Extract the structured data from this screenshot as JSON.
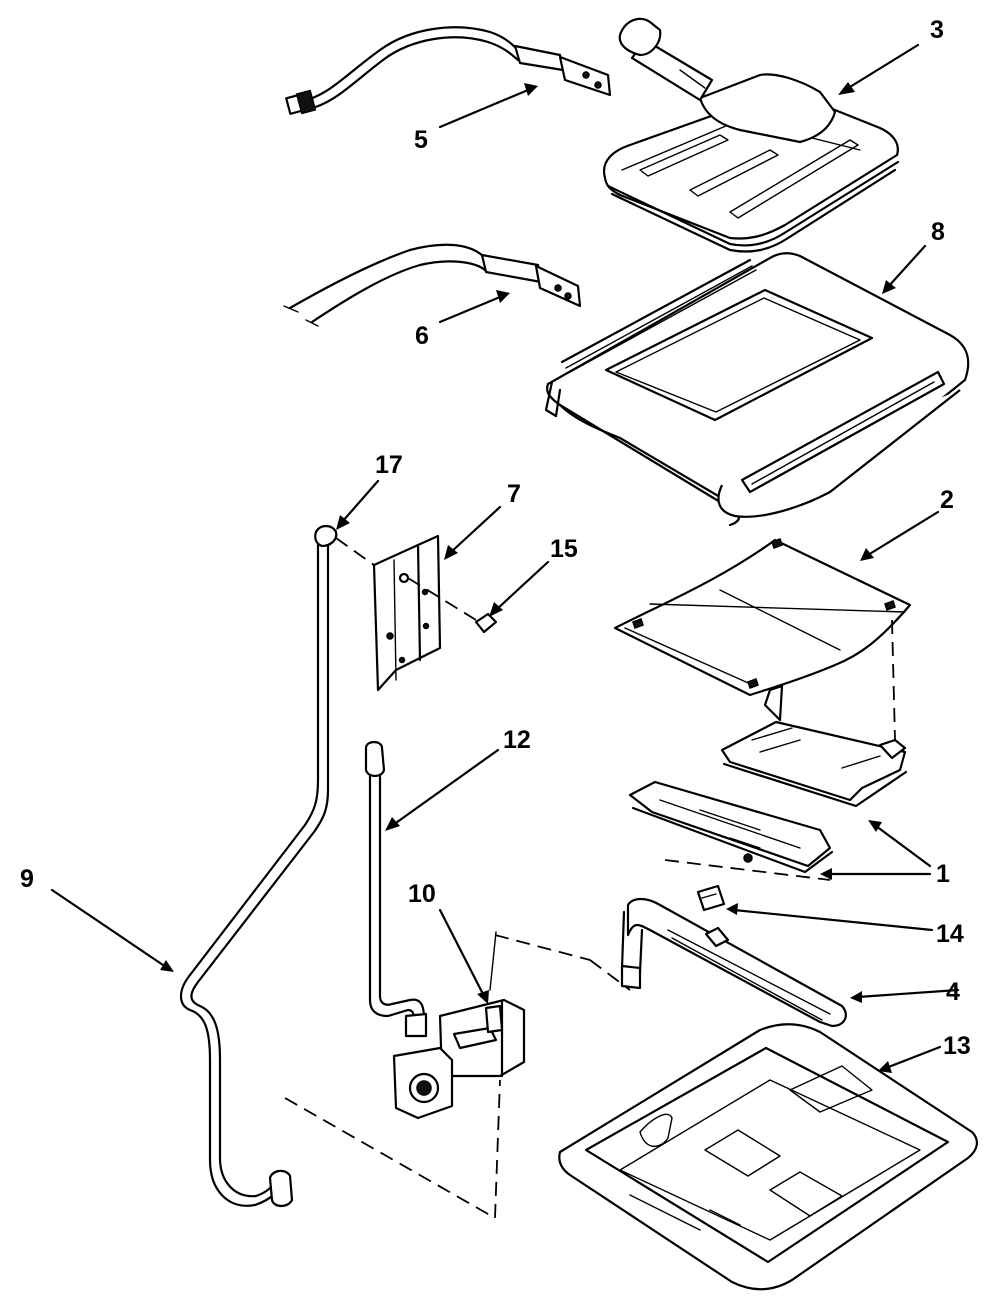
{
  "diagram": {
    "callouts": [
      {
        "id": "p3",
        "text": "3"
      },
      {
        "id": "p5",
        "text": "5"
      },
      {
        "id": "p8",
        "text": "8"
      },
      {
        "id": "p6",
        "text": "6"
      },
      {
        "id": "p17",
        "text": "17"
      },
      {
        "id": "p7",
        "text": "7"
      },
      {
        "id": "p15",
        "text": "15"
      },
      {
        "id": "p2",
        "text": "2"
      },
      {
        "id": "p12",
        "text": "12"
      },
      {
        "id": "p9",
        "text": "9"
      },
      {
        "id": "p10",
        "text": "10"
      },
      {
        "id": "p1",
        "text": "1"
      },
      {
        "id": "p14",
        "text": "14"
      },
      {
        "id": "p4",
        "text": "4"
      },
      {
        "id": "p13",
        "text": "13"
      }
    ]
  }
}
